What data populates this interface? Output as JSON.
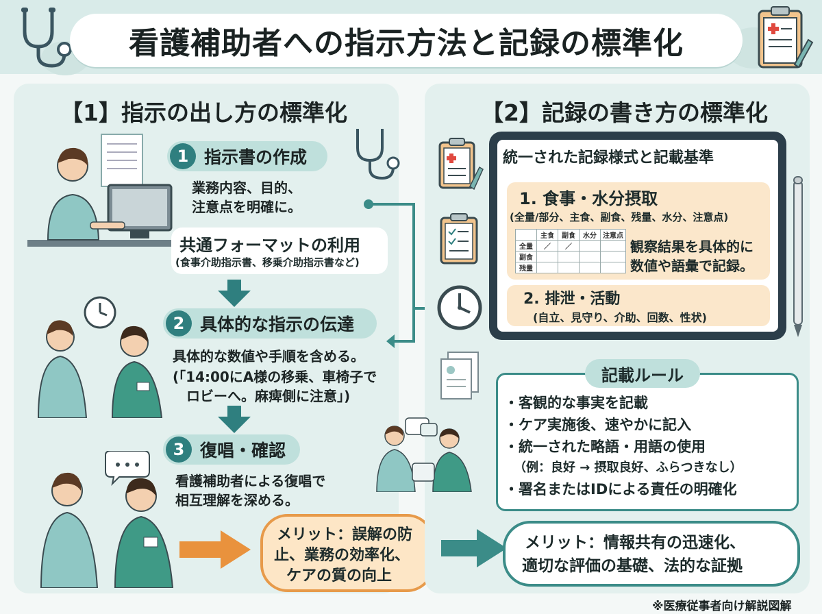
{
  "title": "看護補助者への指示方法と記録の標準化",
  "section1": {
    "title": "【1】指示の出し方の標準化",
    "step1": {
      "number": "1",
      "label": "指示書の作成",
      "desc1": "業務内容、目的、",
      "desc2": "注意点を明確に。",
      "format_title": "共通フォーマットの利用",
      "format_note": "(食事介助指示書、移乗介助指示書など)"
    },
    "step2": {
      "number": "2",
      "label": "具体的な指示の伝達",
      "desc": "具体的な数値や手順を含める。",
      "example1": "(「14:00にA様の移乗、車椅子で",
      "example2": "ロビーへ。麻痺側に注意」)"
    },
    "step3": {
      "number": "3",
      "label": "復唱・確認",
      "desc1": "看護補助者による復唱で",
      "desc2": "相互理解を深める。"
    },
    "merit1": "メリット：誤解の防",
    "merit2": "止、業務の効率化、",
    "merit3": "ケアの質の向上"
  },
  "section2": {
    "title": "【2】記録の書き方の標準化",
    "screen_title": "統一された記録様式と記載基準",
    "item1_title": "1. 食事・水分摂取",
    "item1_note": "(全量/部分、主食、副食、残量、水分、注意点)",
    "table_headers": [
      "主食",
      "副食",
      "水分",
      "注意点"
    ],
    "table_rows": [
      {
        "label": "全量",
        "cells": [
          "／",
          "／",
          "",
          ""
        ]
      },
      {
        "label": "副食",
        "cells": [
          "",
          "",
          "",
          ""
        ]
      },
      {
        "label": "残量",
        "cells": [
          "",
          "",
          "",
          ""
        ]
      }
    ],
    "obs1": "観察結果を具体的に",
    "obs2": "数値や語彙で記録。",
    "item2_title": "2. 排泄・活動",
    "item2_note": "(自立、見守り、介助、回数、性状)",
    "rules_title": "記載ルール",
    "rules": [
      "・客観的な事実を記載",
      "・ケア実施後、速やかに記入",
      "・統一された略語・用語の使用",
      "（例：良好 → 摂取良好、ふらつきなし）",
      "・署名またはIDによる責任の明確化"
    ],
    "merit1": "メリット：情報共有の迅速化、",
    "merit2": "適切な評価の基礎、法的な証拠"
  },
  "footer": "※医療従事者向け解説図解",
  "colors": {
    "teal": "#2f7f7f",
    "panel": "#e3f0ee",
    "orange": "#e79a4a",
    "cream": "#fbe7cb"
  }
}
